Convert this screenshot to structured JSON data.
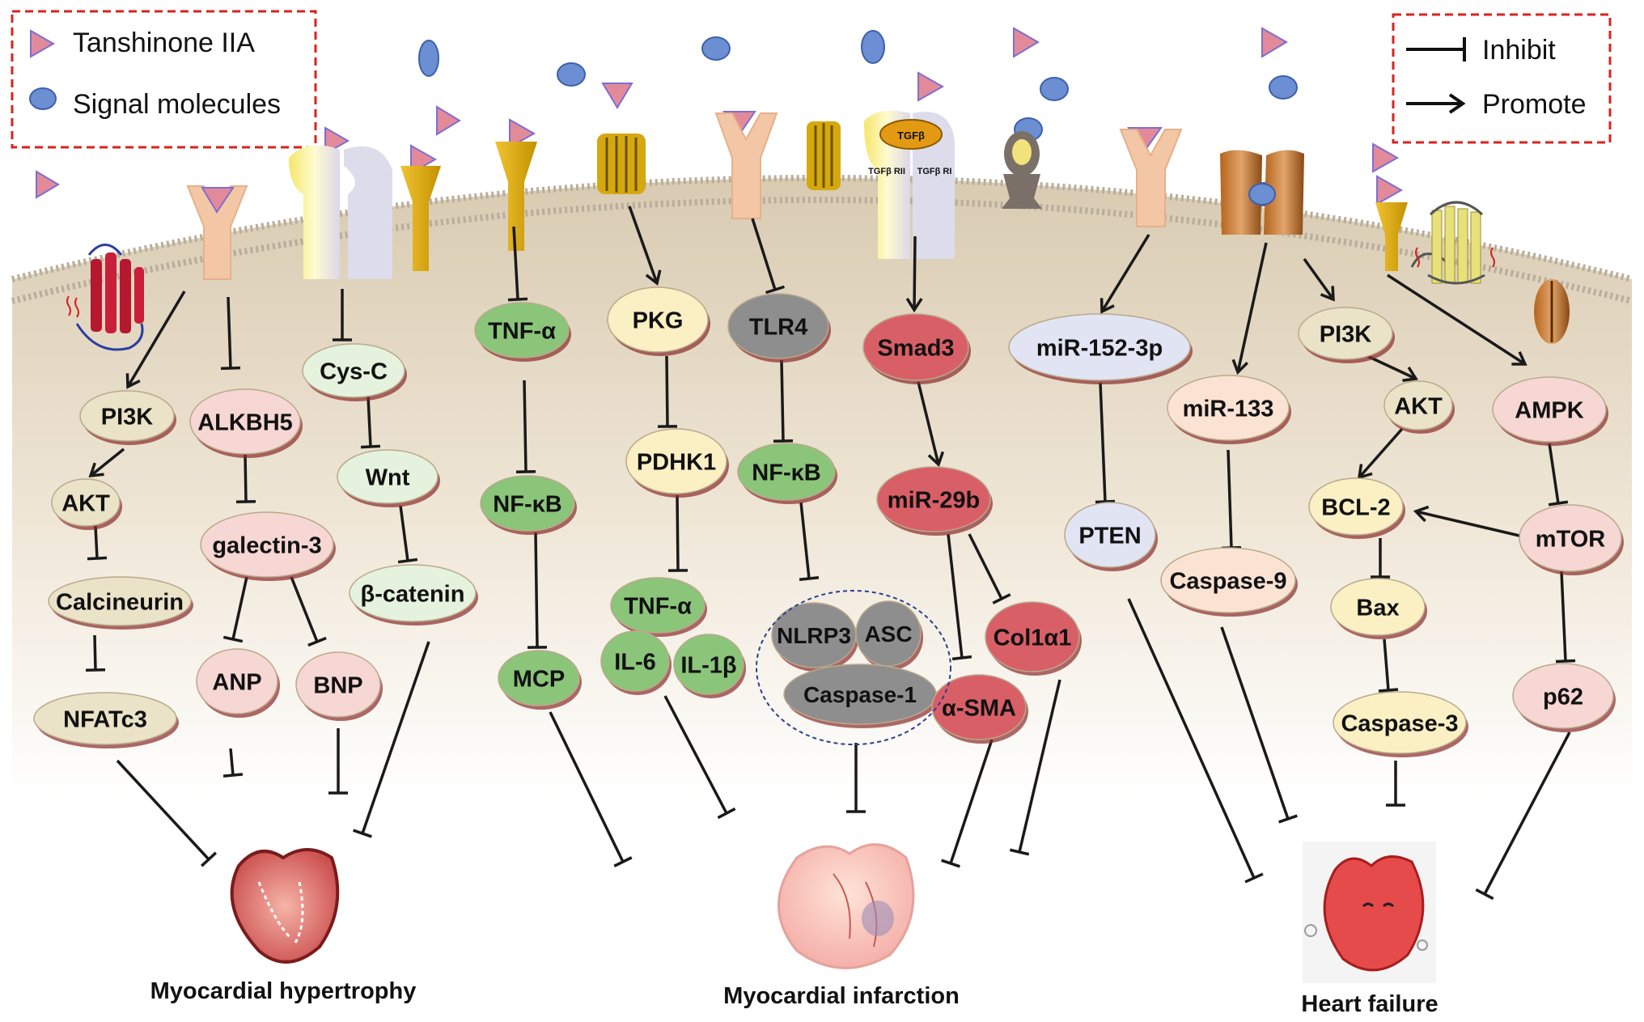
{
  "legend_left": {
    "items": [
      {
        "label": "Tanshinone IIA",
        "icon": "triangle-icon"
      },
      {
        "label": "Signal molecules",
        "icon": "circle-icon"
      }
    ]
  },
  "legend_right": {
    "items": [
      {
        "label": "Inhibit",
        "icon": "inhibit-arrow-icon"
      },
      {
        "label": "Promote",
        "icon": "promote-arrow-icon"
      }
    ]
  },
  "receptor_labels": {
    "tgfb": "TGFβ",
    "tgfb_rii": "TGFβ RII",
    "tgfb_ri": "TGFβ RI"
  },
  "nodes": {
    "pi3k_1": "PI3K",
    "akt_1": "AKT",
    "calcineurin": "Calcineurin",
    "nfatc3": "NFATc3",
    "alkbh5": "ALKBH5",
    "galectin3": "galectin-3",
    "anp": "ANP",
    "bnp": "BNP",
    "cysc": "Cys-C",
    "wnt": "Wnt",
    "bcatenin": "β-catenin",
    "tnfa_1": "TNF-α",
    "nfkb_1": "NF-κB",
    "mcp": "MCP",
    "pkg": "PKG",
    "pdhk1": "PDHK1",
    "tnfa_2": "TNF-α",
    "il6": "IL-6",
    "il1b": "IL-1β",
    "tlr4": "TLR4",
    "nfkb_2": "NF-κB",
    "nlrp3": "NLRP3",
    "asc": "ASC",
    "caspase1": "Caspase-1",
    "smad3": "Smad3",
    "mir29b": "miR-29b",
    "col1a1": "Col1α1",
    "asma": "α-SMA",
    "mir152": "miR-152-3p",
    "pten": "PTEN",
    "mir133": "miR-133",
    "caspase9": "Caspase-9",
    "pi3k_2": "PI3K",
    "akt_2": "AKT",
    "bcl2": "BCL-2",
    "bax": "Bax",
    "caspase3": "Caspase-3",
    "ampk": "AMPK",
    "mtor": "mTOR",
    "p62": "p62"
  },
  "outcomes": {
    "hypertrophy": "Myocardial hypertrophy",
    "infarction": "Myocardial infarction",
    "heart_failure": "Heart failure"
  },
  "colors": {
    "tan": "#eae3c8",
    "pink": "#f6d7d3",
    "mint": "#e5f2dd",
    "green": "#8bc57a",
    "yellow": "#fbf0c4",
    "gray": "#8e8e8e",
    "red": "#d95f67",
    "lilac": "#e1e4f3",
    "peach": "#fbe3d4",
    "legend_border": "#d9231f",
    "triangle": "#e38a9a",
    "molecule": "#6b8fd2"
  }
}
